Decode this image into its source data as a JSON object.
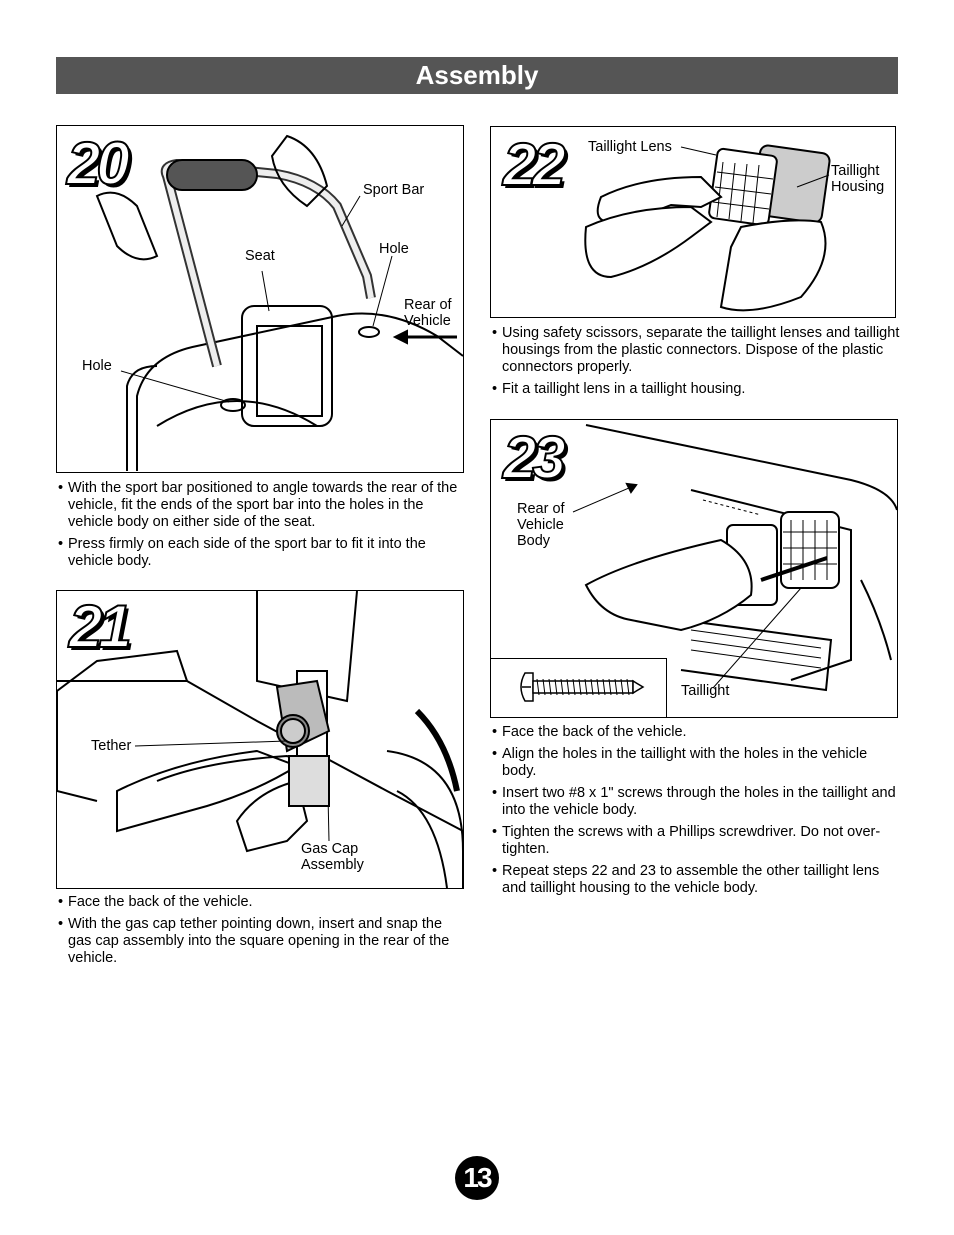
{
  "header": {
    "title": "Assembly"
  },
  "step20": {
    "number": "20",
    "callouts": {
      "sport_bar": "Sport Bar",
      "hole_right": "Hole",
      "seat": "Seat",
      "rear": "Rear of\nVehicle",
      "hole_left": "Hole"
    },
    "bullets": [
      "With the sport bar positioned to angle towards the rear of the vehicle, fit the ends of the sport bar into the holes in the vehicle body on either side of the seat.",
      "Press firmly on each side of the sport bar to fit it into the vehicle body."
    ]
  },
  "step21": {
    "number": "21",
    "callouts": {
      "tether": "Tether",
      "gas_cap": "Gas Cap\nAssembly"
    },
    "bullets": [
      "Face the back of the vehicle.",
      "With the gas cap tether pointing down, insert and snap the gas cap assembly into the square opening in the rear of the vehicle."
    ]
  },
  "step22": {
    "number": "22",
    "callouts": {
      "lens": "Taillight Lens",
      "housing": "Taillight\nHousing"
    },
    "bullets": [
      "Using safety scissors, separate the taillight lenses and taillight housings from the plastic connectors. Dispose of the plastic connectors properly.",
      "Fit a taillight lens in a taillight housing."
    ]
  },
  "step23": {
    "number": "23",
    "callouts": {
      "rear_body": "Rear of\nVehicle\nBody",
      "taillight": "Taillight"
    },
    "bullets": [
      "Face the back of the vehicle.",
      "Align the holes in the taillight with the holes in the vehicle body.",
      "Insert two #8 x 1\" screws through the holes in the taillight and into the vehicle body.",
      "Tighten the screws with a Phillips screwdriver. Do not over-tighten.",
      "Repeat steps 22 and 23 to assemble the other taillight lens and taillight housing to the vehicle body."
    ]
  },
  "page": {
    "number": "13"
  }
}
